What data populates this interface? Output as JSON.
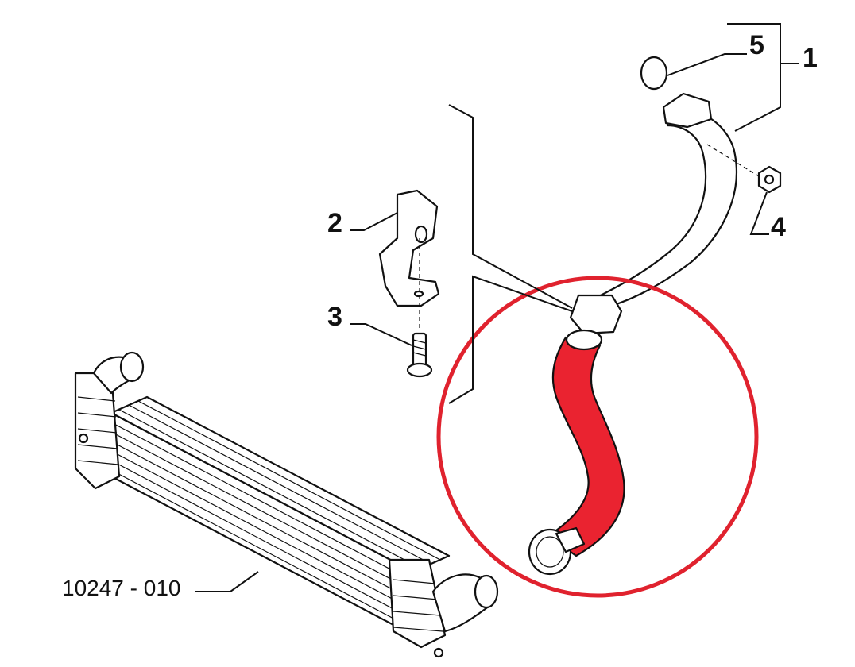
{
  "callouts": {
    "c1": "1",
    "c2": "2",
    "c3": "3",
    "c4": "4",
    "c5": "5"
  },
  "part_number": "10247 - 010",
  "colors": {
    "highlight_circle": "#e0222e",
    "highlighted_hose": "#ea2330",
    "line": "#111111"
  }
}
